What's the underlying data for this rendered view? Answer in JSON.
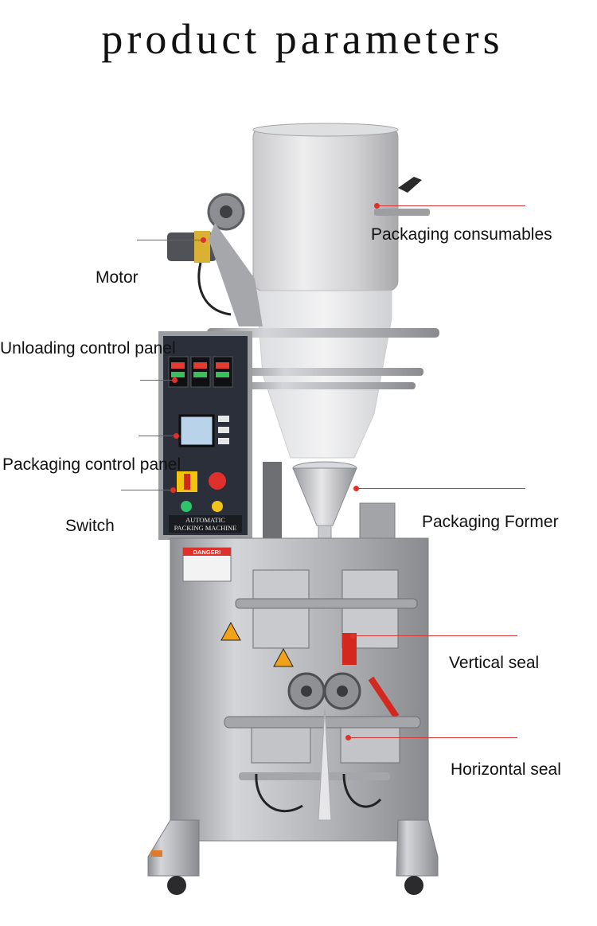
{
  "title": "product parameters",
  "machine": {
    "danger_label": "DANGER!",
    "panel_plate_line1": "AUTOMATIC",
    "panel_plate_line2": "PACKING MACHINE"
  },
  "callouts": {
    "packaging_consumables": "Packaging consumables",
    "motor": "Motor",
    "unloading_control_panel": "Unloading control panel",
    "packaging_control_panel": "Packaging control panel",
    "switch": "Switch",
    "packaging_former": "Packaging Former",
    "vertical_seal": "Vertical seal",
    "horizontal_seal": "Horizontal seal"
  },
  "colors": {
    "leader_line": "#d23a3a",
    "marker_dot": "#e0302c",
    "steel": "#b9b9bb",
    "panel": "#2b2f3a"
  }
}
